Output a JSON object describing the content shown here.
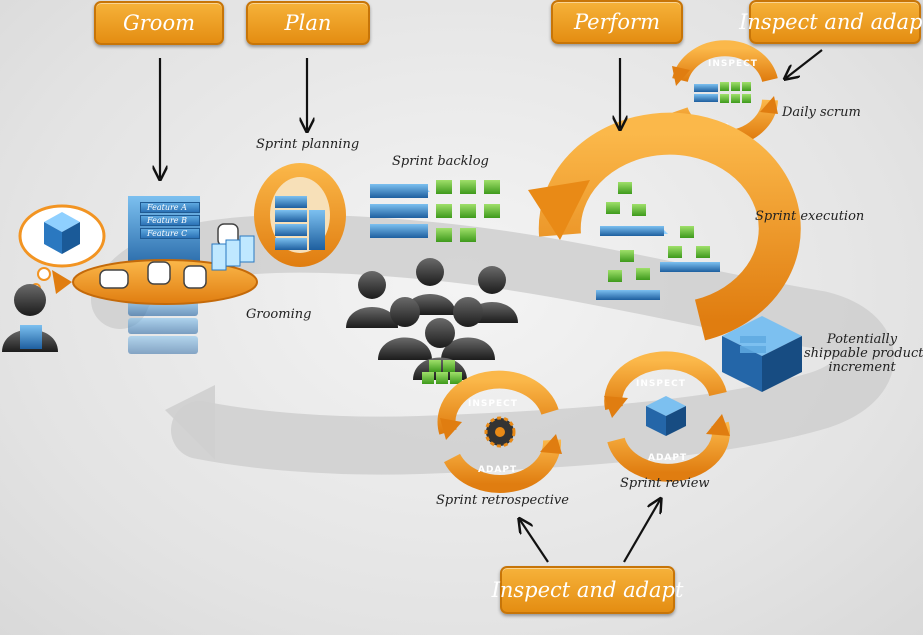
{
  "tags": {
    "groom": "Groom",
    "plan": "Plan",
    "perform": "Perform",
    "inspect_top": "Inspect and adapt",
    "inspect_bottom": "Inspect and adapt"
  },
  "labels": {
    "sprint_planning": "Sprint planning",
    "sprint_backlog": "Sprint backlog",
    "daily_scrum": "Daily scrum",
    "sprint_execution": "Sprint execution",
    "grooming": "Grooming",
    "increment_line1": "Potentially",
    "increment_line2": "shippable product",
    "increment_line3": "increment",
    "sprint_review": "Sprint review",
    "sprint_retrospective": "Sprint retrospective"
  },
  "backlog_features": [
    "Feature A",
    "Feature B",
    "Feature C"
  ],
  "ring_words": {
    "inspect": "INSPECT",
    "adapt": "ADAPT"
  },
  "colors": {
    "orange": "#f29422",
    "orange_dark": "#d0700d",
    "blue": "#2b72b6",
    "green": "#6cc33a",
    "person": "#3a3a3a"
  }
}
